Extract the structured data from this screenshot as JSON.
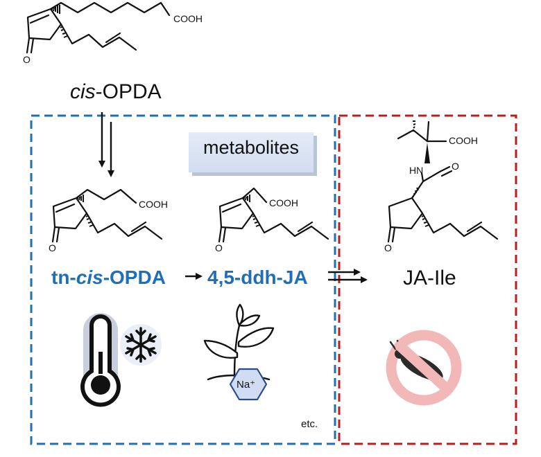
{
  "top_compound": {
    "prefix": "cis",
    "suffix": "-OPDA",
    "group": "COOH",
    "oxo": "O"
  },
  "metabolites_label": "metabolites",
  "compound_a": {
    "pre": "tn-",
    "italic": "cis",
    "post": "-OPDA",
    "group": "COOH",
    "oxo": "O"
  },
  "compound_b": {
    "name": "4,5-ddh-JA",
    "group": "COOH",
    "oxo": "O"
  },
  "compound_c": {
    "name": "JA-Ile",
    "group": "COOH",
    "nh": "HN",
    "carbonyl_o": "O",
    "oxo": "O"
  },
  "sodium_label": "Na⁺",
  "etc_label": "etc.",
  "colors": {
    "blue_box": "#1f6fb8",
    "red_box": "#b81e1e",
    "blue_text": "#1f6fb8",
    "no_sign": "#f2b8b8",
    "metabolite_bg": "#dde6f4"
  },
  "icons": [
    "thermometer-icon",
    "snowflake-icon",
    "plant-icon",
    "no-insect-icon"
  ]
}
